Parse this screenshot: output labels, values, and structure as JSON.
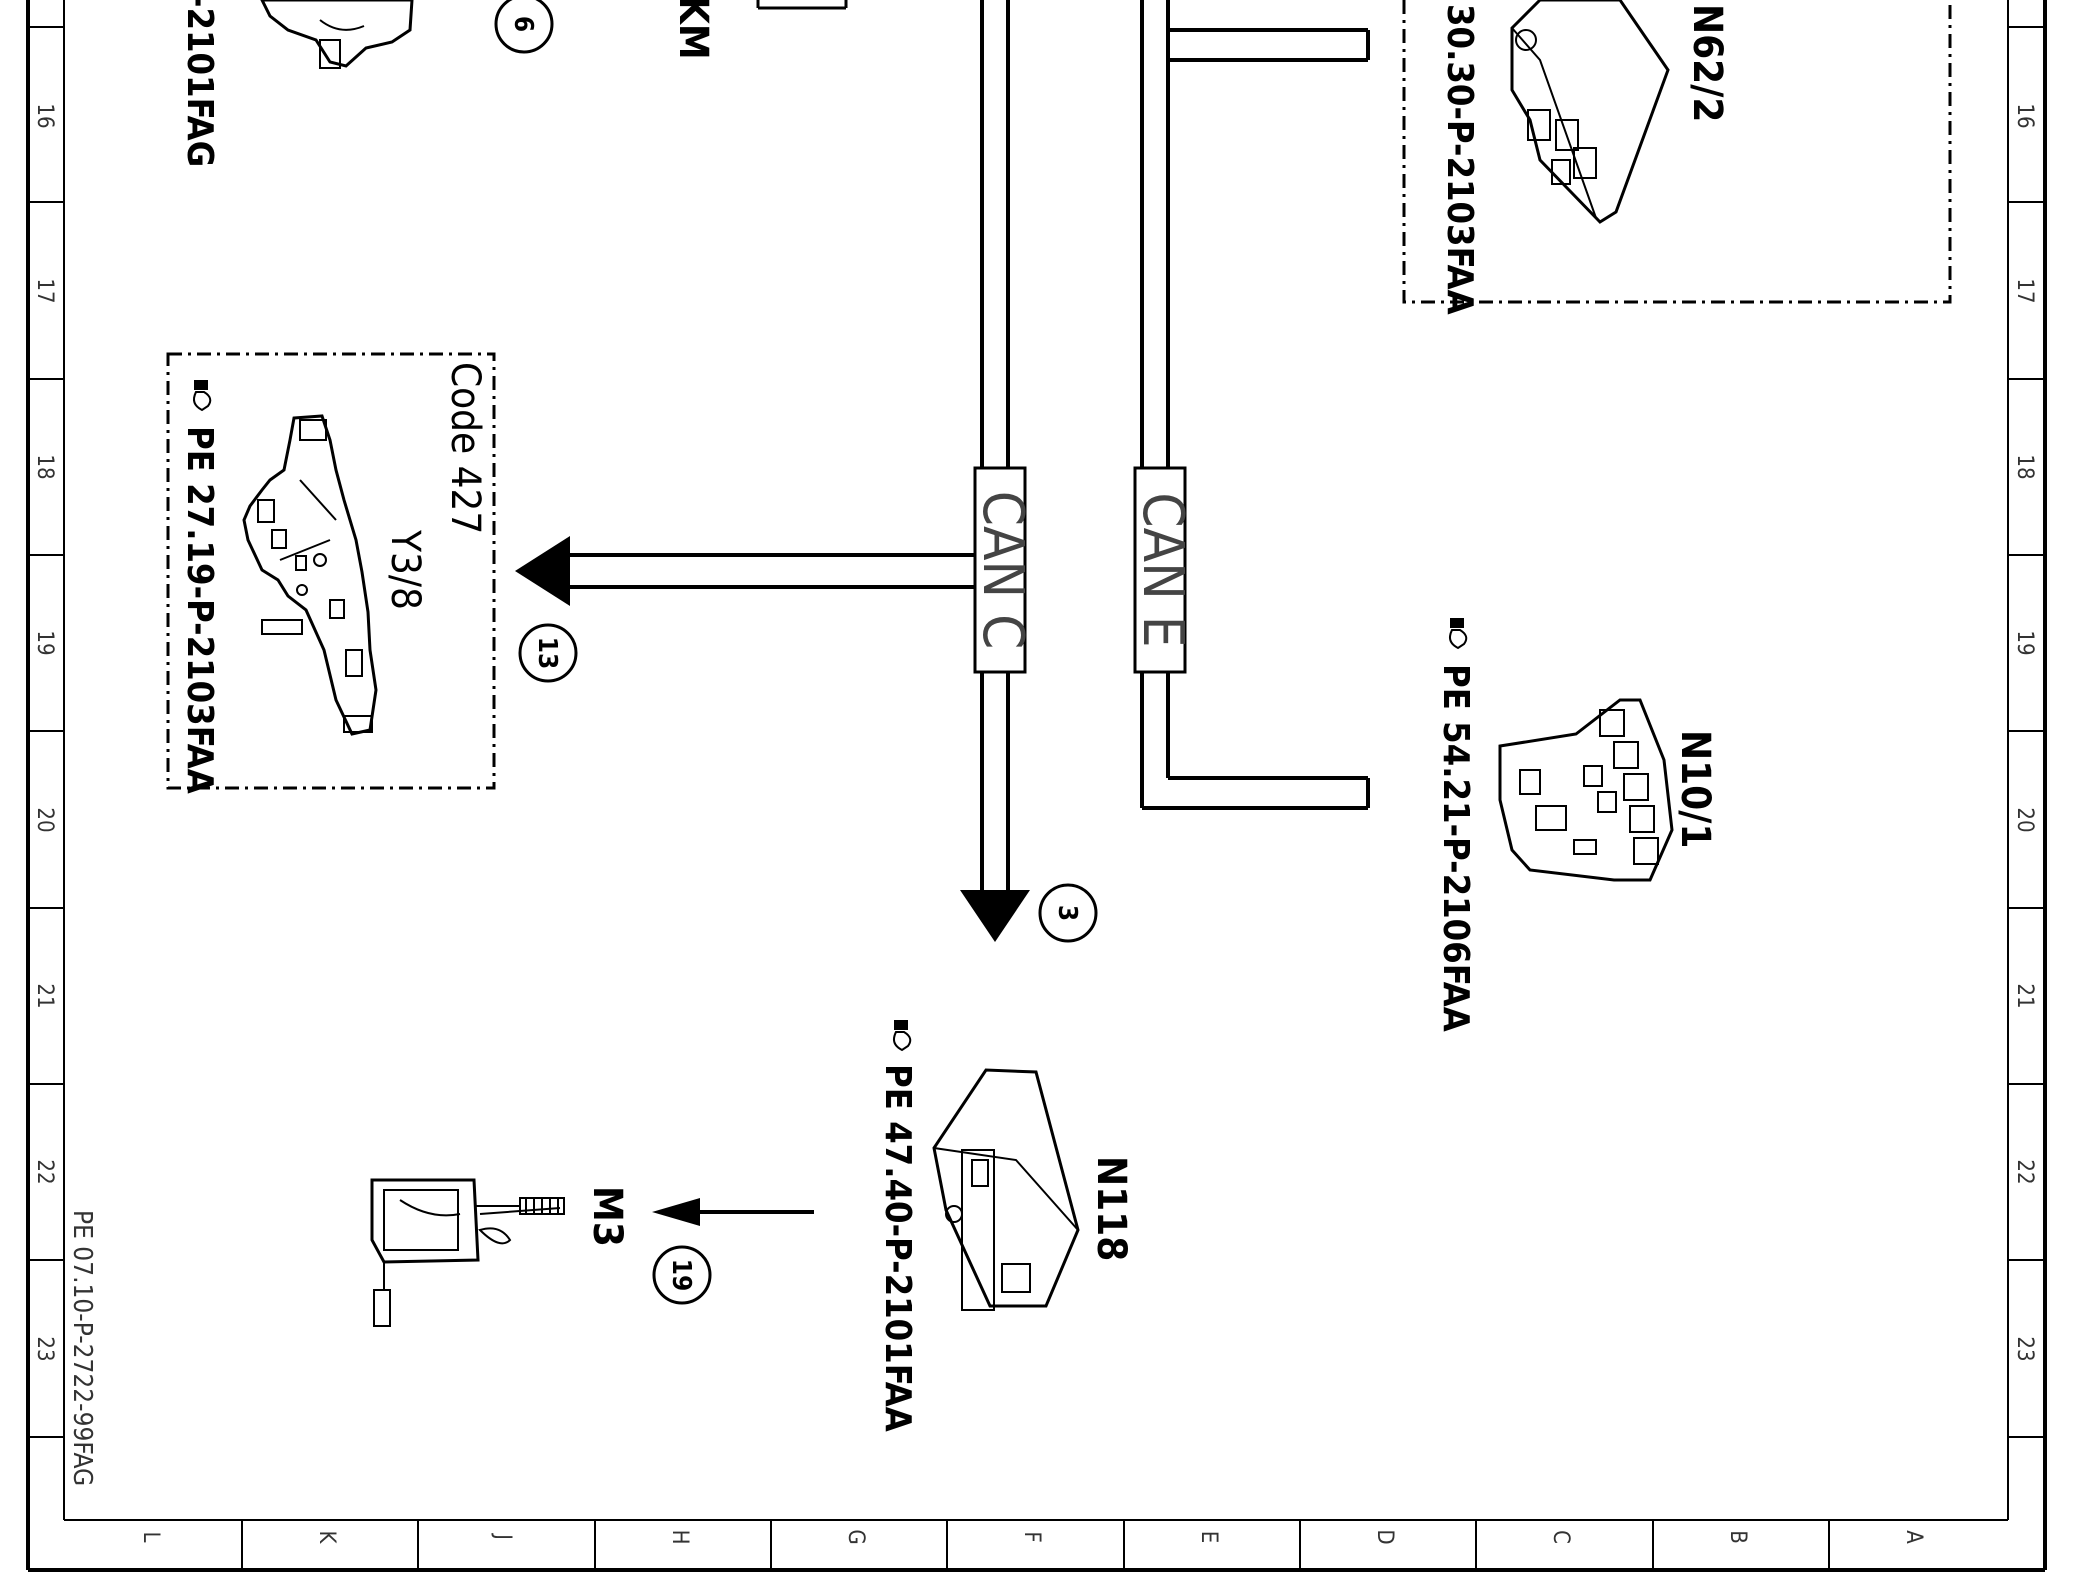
{
  "ruler_numbers": [
    "16",
    "17",
    "18",
    "19",
    "20",
    "21",
    "22",
    "23"
  ],
  "ruler_letters": [
    "L",
    "K",
    "J",
    "H",
    "G",
    "F",
    "E",
    "D",
    "C",
    "B",
    "A"
  ],
  "buses": {
    "can_c": "CAN C",
    "can_e": "CAN E"
  },
  "components": {
    "y3_8": {
      "code": "Code 427",
      "id": "Y3/8",
      "doc": "PE 27.19-P-2103FAA",
      "circle": "13"
    },
    "n10_1": {
      "id": "N10/1",
      "doc": "PE 54.21-P-2106FAA"
    },
    "n62_2": {
      "id": "N62/2",
      "doc": "30.30-P-2103FAA"
    },
    "n118": {
      "id": "N118",
      "doc": "PE 47.40-P-2101FAA"
    },
    "m3": {
      "id": "M3",
      "circle": "19"
    },
    "top_left": {
      "doc": "-2101FAG",
      "circle": "6"
    },
    "top_mid": {
      "text": "KM"
    }
  },
  "arrow_circle_can_c": "3",
  "footer_ref": "PE 07.10-P-2722-99FAG"
}
